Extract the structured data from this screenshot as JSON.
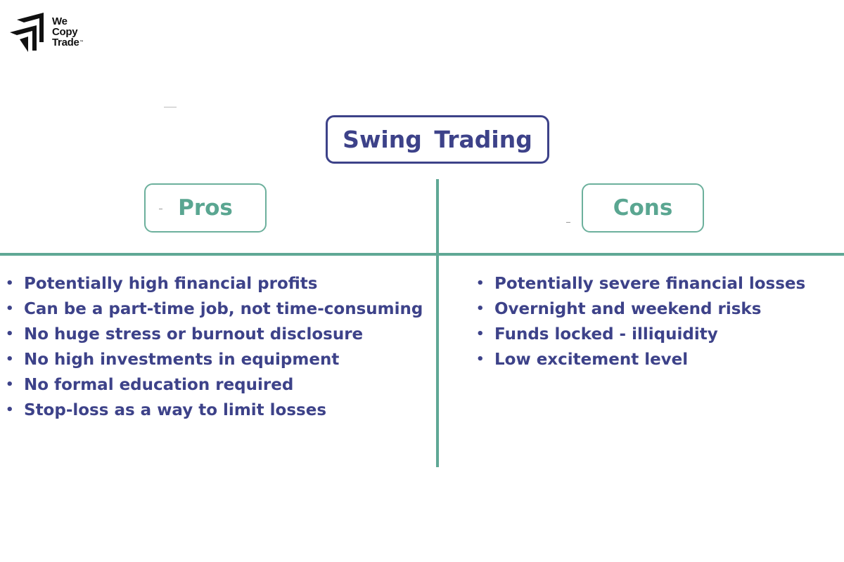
{
  "logo": {
    "line1": "We",
    "line2": "Copy",
    "line3": "Trade",
    "trademark": "™",
    "icon": "arrow-stack-logo-icon"
  },
  "diagram": {
    "title": "Swing Trading",
    "colors": {
      "navy": "#3d4289",
      "teal": "#5aa691",
      "background": "#ffffff"
    },
    "pros": {
      "label": "Pros",
      "items": [
        "Potentially high financial profits",
        "Can be a part-time job, not time-consuming",
        "No huge stress or burnout disclosure",
        "No high investments in equipment",
        "No formal education required",
        "Stop-loss as a way to limit losses"
      ]
    },
    "cons": {
      "label": "Cons",
      "items": [
        "Potentially severe financial losses",
        "Overnight and weekend risks",
        "Funds locked - illiquidity",
        "Low excitement level"
      ]
    },
    "bullet": "•"
  }
}
